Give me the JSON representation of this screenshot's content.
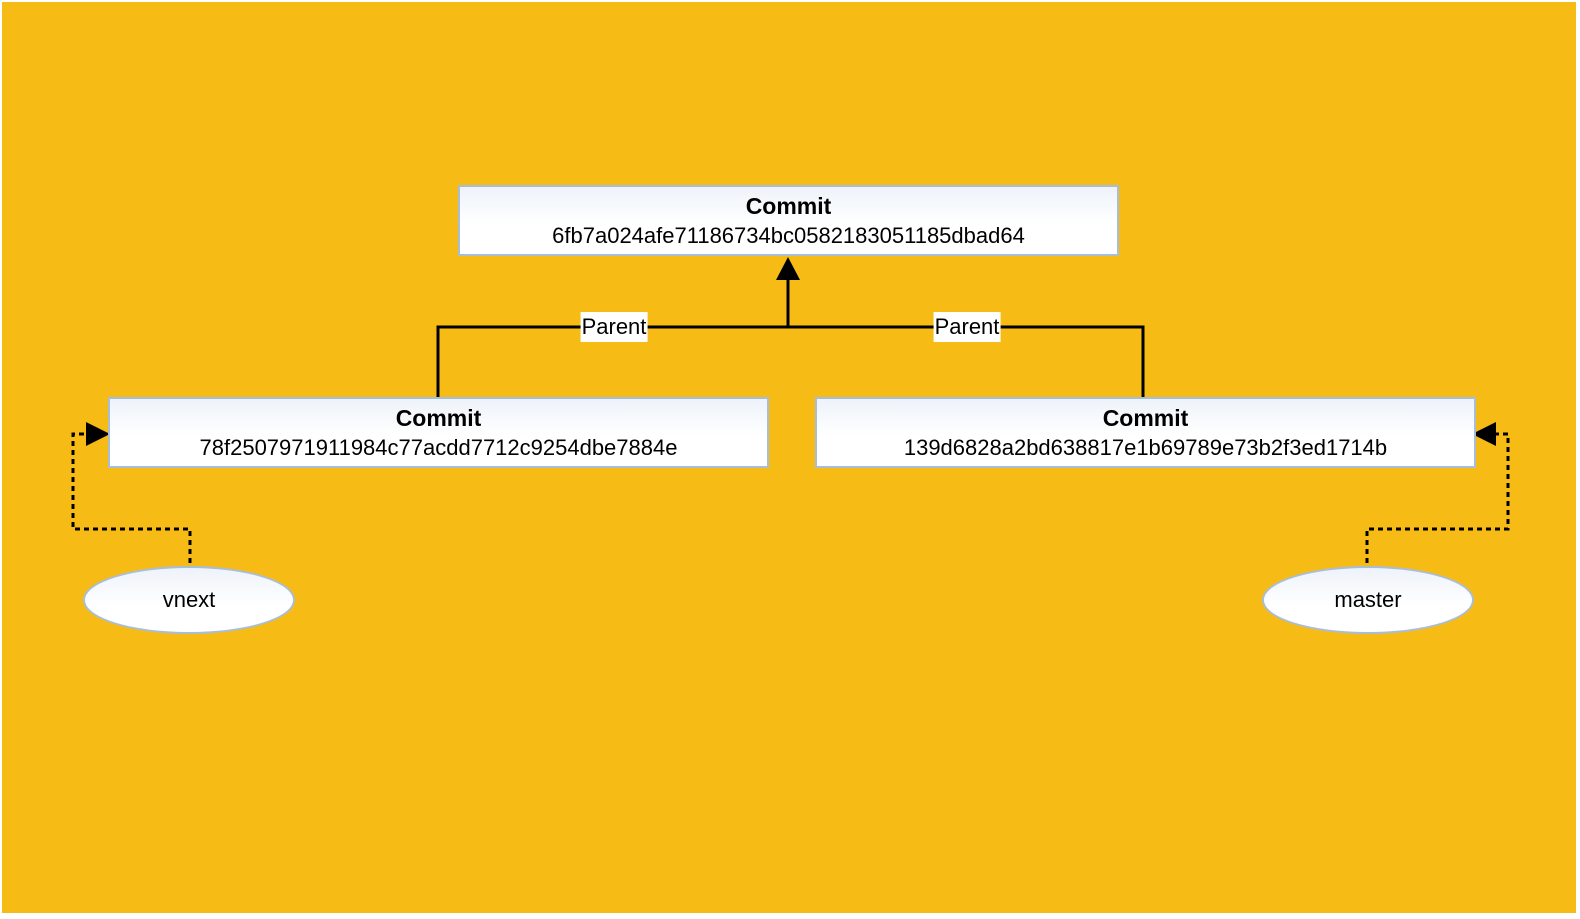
{
  "background_color": "#F7BB16",
  "border_color": "#A7BEDB",
  "commits": {
    "root": {
      "title": "Commit",
      "hash": "6fb7a024afe71186734bc0582183051185dbad64"
    },
    "left": {
      "title": "Commit",
      "hash": "78f2507971911984c77acdd7712c9254dbe7884e"
    },
    "right": {
      "title": "Commit",
      "hash": "139d6828a2bd638817e1b69789e73b2f3ed1714b"
    }
  },
  "edges": {
    "left_label": "Parent",
    "right_label": "Parent"
  },
  "branches": {
    "left": "vnext",
    "right": "master"
  }
}
